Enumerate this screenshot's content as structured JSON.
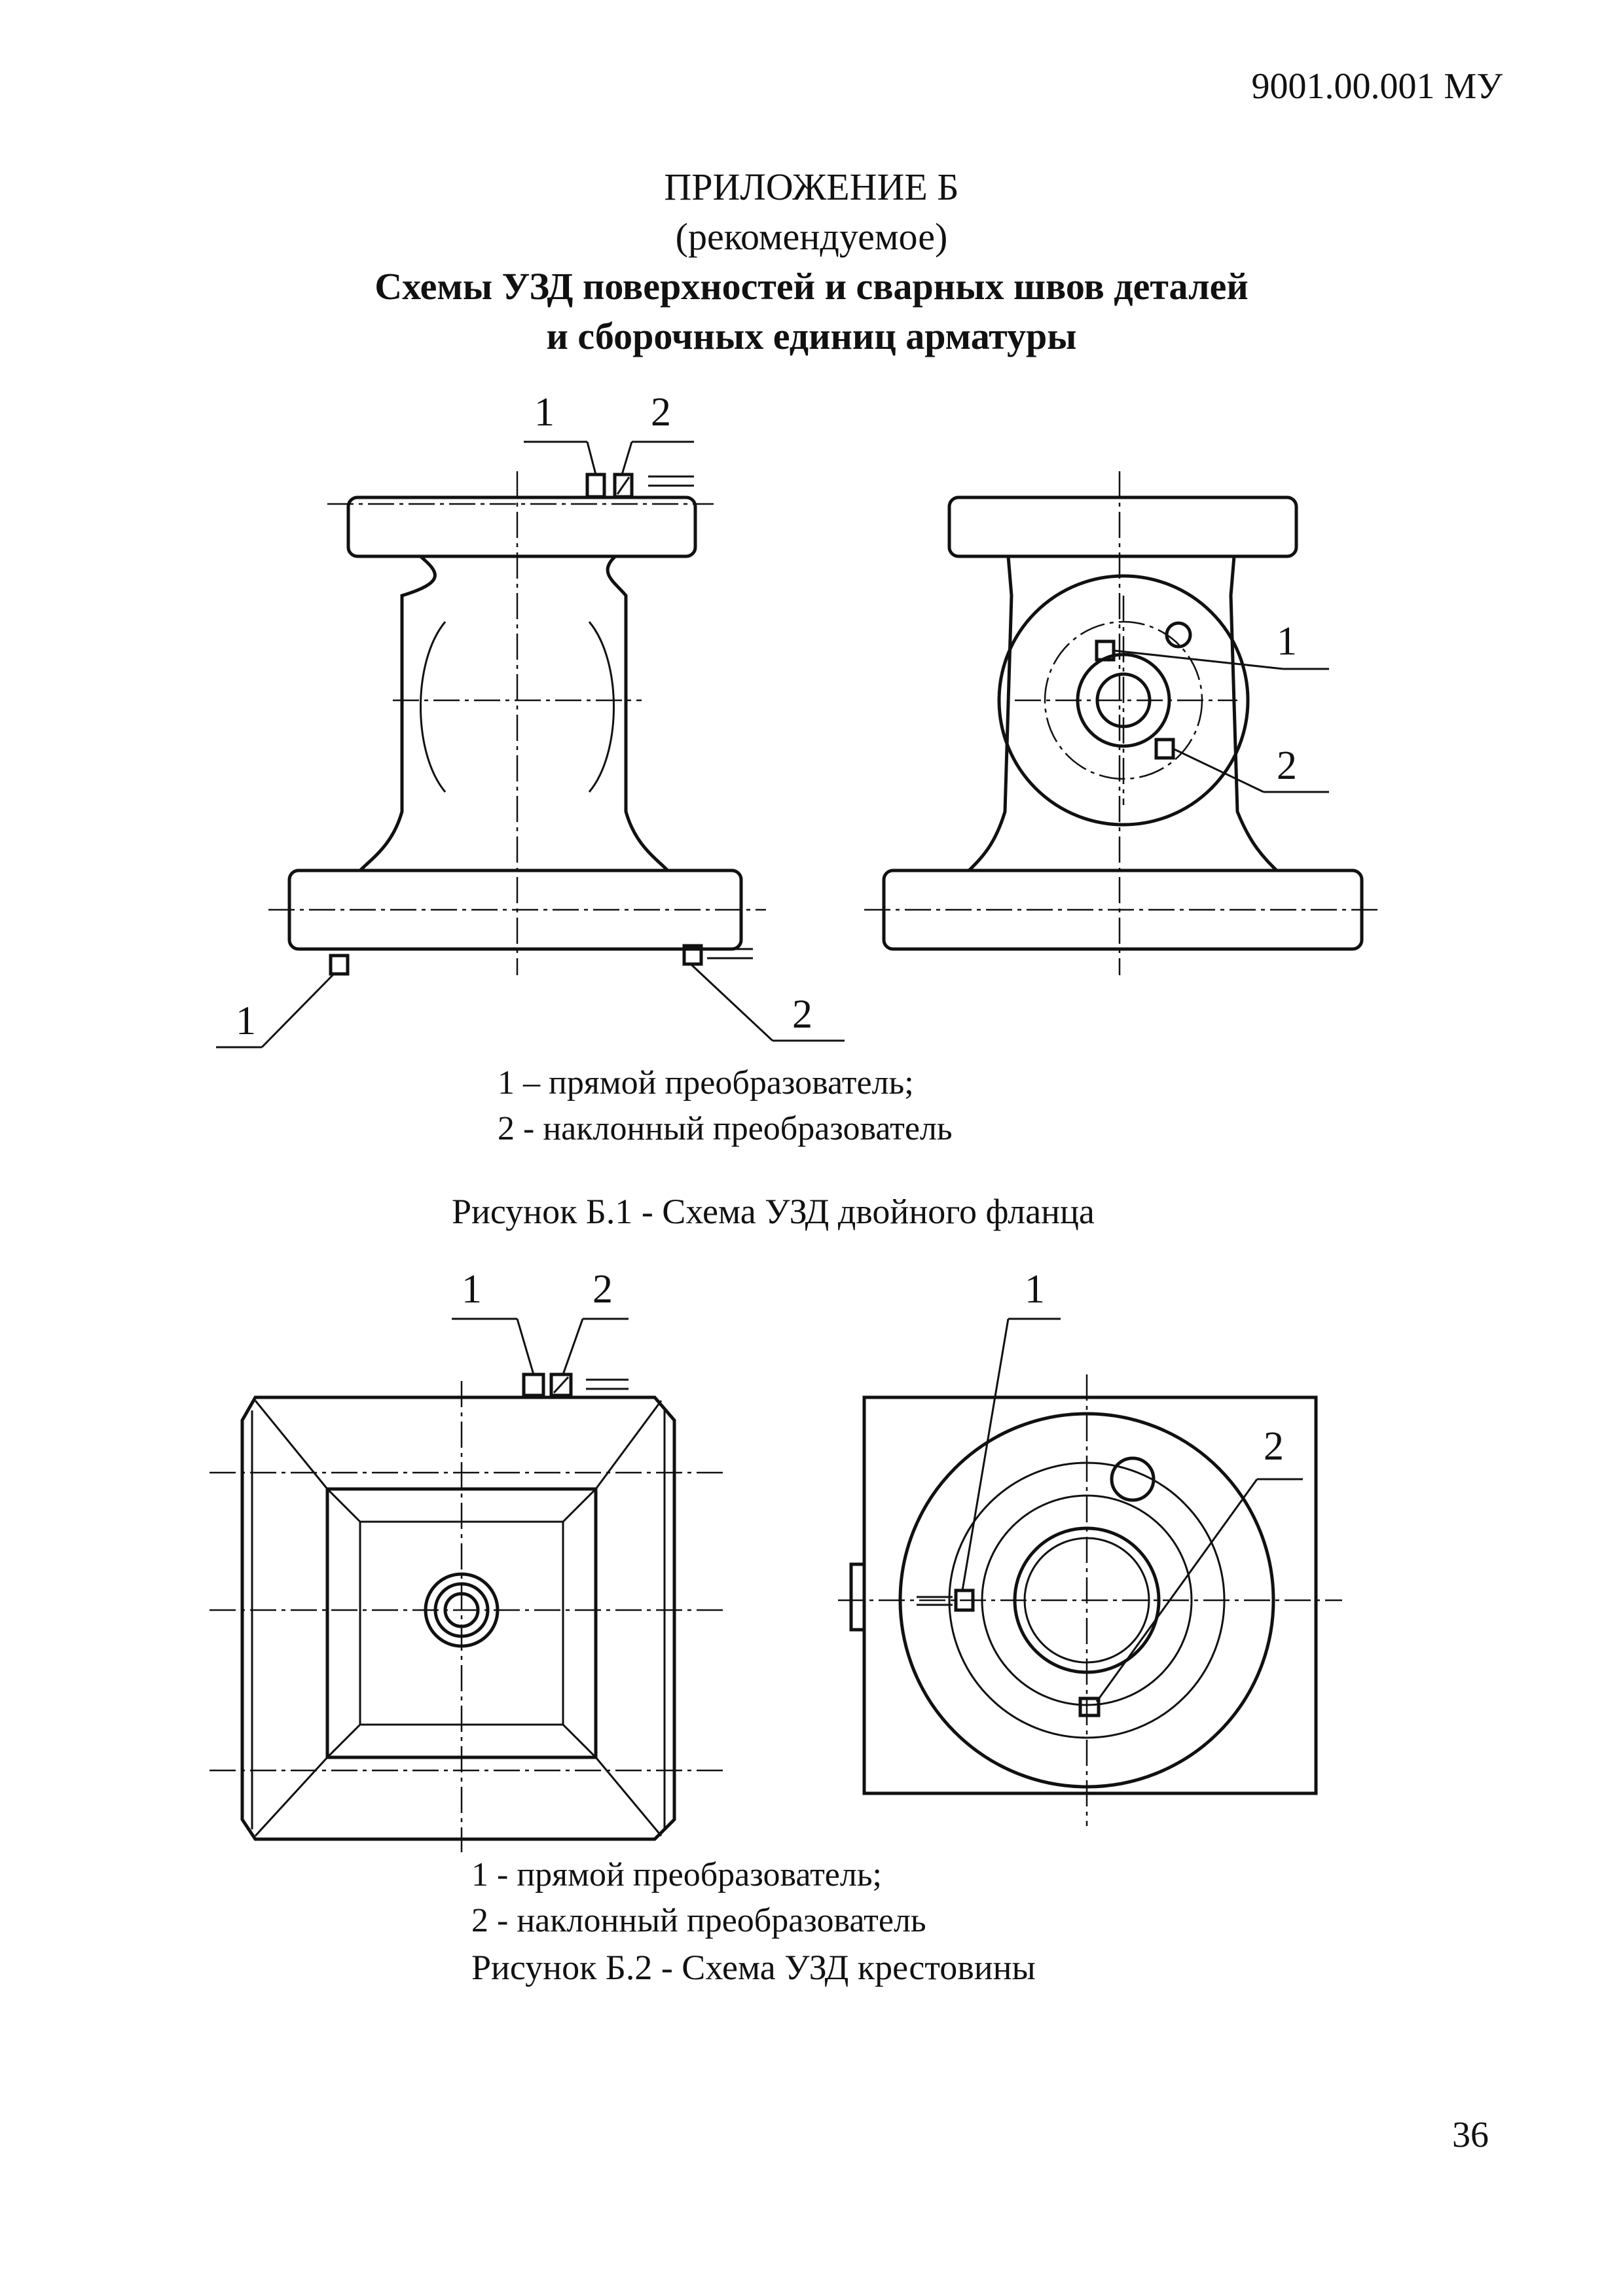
{
  "header": {
    "doc_code": "9001.00.001 МУ"
  },
  "title": {
    "line1": "ПРИЛОЖЕНИЕ Б",
    "line2": "(рекомендуемое)",
    "line3": "Схемы УЗД поверхностей  и сварных швов деталей",
    "line4": "и сборочных единиц арматуры"
  },
  "figure1": {
    "callouts": {
      "top_1": "1",
      "top_2": "2",
      "side_1": "1",
      "side_2": "2",
      "bottom_1": "1",
      "bottom_2": "2"
    },
    "legend": [
      "1 – прямой преобразователь;",
      "2 -  наклонный преобразователь"
    ],
    "caption": "Рисунок Б.1 - Схема УЗД двойного фланца"
  },
  "figure2": {
    "callouts": {
      "top_1": "1",
      "top_2": "2",
      "right_1": "1",
      "right_2": "2"
    },
    "legend": [
      "1 -  прямой преобразователь;",
      "2 -  наклонный преобразователь"
    ],
    "caption": "Рисунок Б.2 - Схема УЗД крестовины"
  },
  "footer": {
    "page_number": "36"
  }
}
